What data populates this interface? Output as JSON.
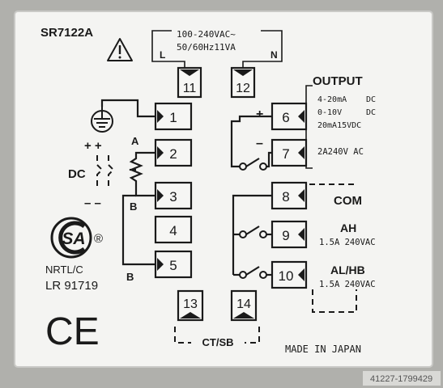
{
  "model": "SR7122A",
  "power": {
    "line1": "100-240VAC~",
    "line2": "50/60Hz11VA",
    "l": "L",
    "n": "N"
  },
  "terminals": [
    "1",
    "2",
    "3",
    "4",
    "5",
    "6",
    "7",
    "8",
    "9",
    "10",
    "11",
    "12",
    "13",
    "14"
  ],
  "output": {
    "title": "OUTPUT",
    "lines": [
      {
        "left": "4-20mA",
        "right": "DC"
      },
      {
        "left": "0-10V",
        "right": "DC"
      },
      {
        "left": "20mA15VDC",
        "right": ""
      }
    ],
    "relay": "2A240V AC",
    "plus": "+",
    "minus": "–"
  },
  "com": "COM",
  "ah": {
    "label": "AH",
    "rating": "1.5A 240VAC"
  },
  "alhb": {
    "label": "AL/HB",
    "rating": "1.5A 240VAC"
  },
  "input": {
    "plus_plus": "+ +",
    "dc": "DC",
    "minus_minus": "– –",
    "a": "A",
    "b1": "B",
    "b2": "B"
  },
  "ctsb": "CT/SB",
  "cert": {
    "csa": "SA",
    "reg": "®",
    "nrtl": "NRTL/C",
    "lr": "LR 91719",
    "ce": "CE"
  },
  "made_in": "MADE IN JAPAN",
  "watermark": "41227-1799429",
  "icons": {
    "warning": "warning-triangle-icon",
    "ground": "ground-icon"
  }
}
